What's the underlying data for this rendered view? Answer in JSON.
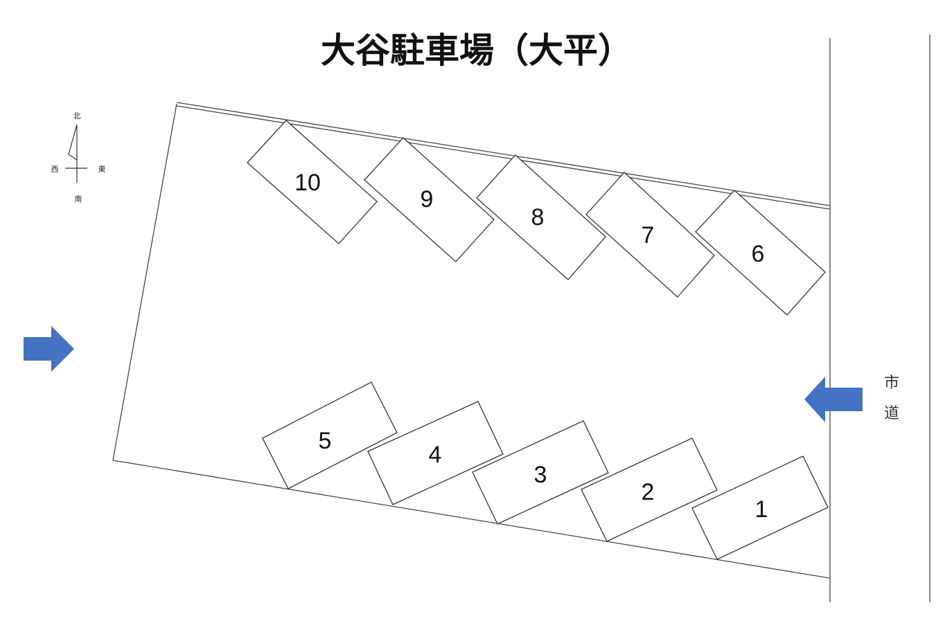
{
  "title": "大谷駐車場（大平）",
  "compass": {
    "north": "北",
    "south": "南",
    "east": "東",
    "west": "西"
  },
  "road": {
    "label_top": "市",
    "label_bottom": "道"
  },
  "colors": {
    "arrow": "#4472C4",
    "line": "#333333",
    "background": "#ffffff"
  },
  "stalls": [
    "10",
    "9",
    "8",
    "7",
    "6",
    "5",
    "4",
    "3",
    "2",
    "1"
  ],
  "arrows": [
    {
      "name": "west-entrance-arrow",
      "direction": "east"
    },
    {
      "name": "road-entrance-arrow",
      "direction": "west"
    }
  ]
}
